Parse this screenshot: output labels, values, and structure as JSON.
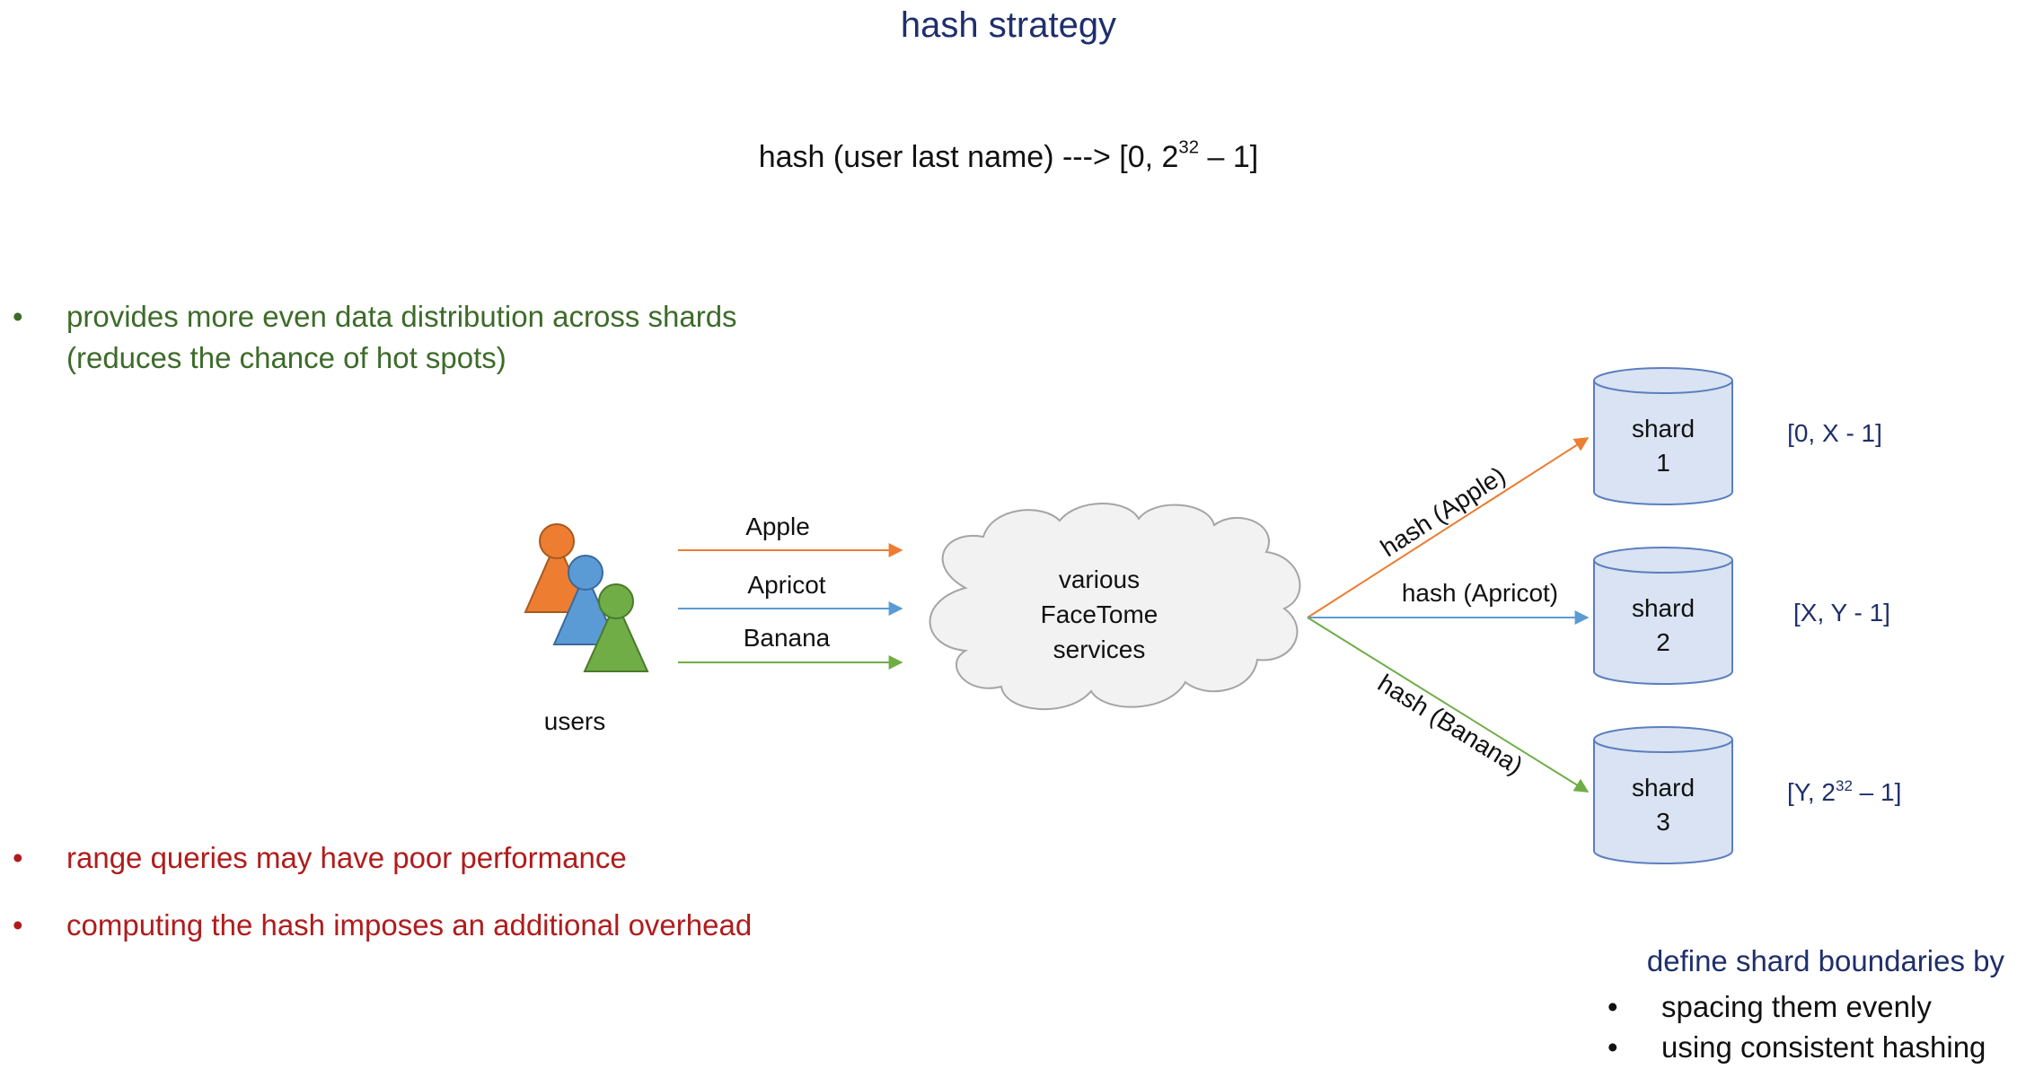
{
  "title": "hash strategy",
  "formula": {
    "prefix": "hash (user last name) ---> [0, 2",
    "exponent": "32",
    "suffix": " – 1]"
  },
  "pros": [
    {
      "bullet": "•",
      "lines": [
        "provides more even data distribution across shards",
        "(reduces the chance of hot spots)"
      ]
    }
  ],
  "cons": [
    {
      "bullet": "•",
      "text": "range queries may have poor performance"
    },
    {
      "bullet": "•",
      "text": "computing the hash imposes an additional overhead"
    }
  ],
  "diagram": {
    "users_label": "users",
    "user_icons": [
      "user-icon-orange",
      "user-icon-blue",
      "user-icon-green"
    ],
    "inputs": [
      "Apple",
      "Apricot",
      "Banana"
    ],
    "cloud": [
      "various",
      "FaceTome",
      "services"
    ],
    "hash_labels": [
      "hash (Apple)",
      "hash (Apricot)",
      "hash (Banana)"
    ],
    "shards": [
      {
        "label": "shard",
        "number": "1",
        "range": "[0, X - 1]"
      },
      {
        "label": "shard",
        "number": "2",
        "range": "[X, Y - 1]"
      },
      {
        "label": "shard",
        "number": "3",
        "range_prefix": "[Y, 2",
        "range_exponent": "32",
        "range_suffix": " – 1]"
      }
    ]
  },
  "colors": {
    "orange": "#ed7d31",
    "blue": "#5b9bd5",
    "green": "#70ad47",
    "shard_fill": "#dae3f3",
    "shard_stroke": "#5b7fbf",
    "navy": "#1f2f6b",
    "red": "#b01c1c",
    "dark_green": "#3d6b2a"
  },
  "footer": {
    "title": "define shard boundaries by",
    "items": [
      "spacing them evenly",
      "using consistent hashing"
    ]
  }
}
